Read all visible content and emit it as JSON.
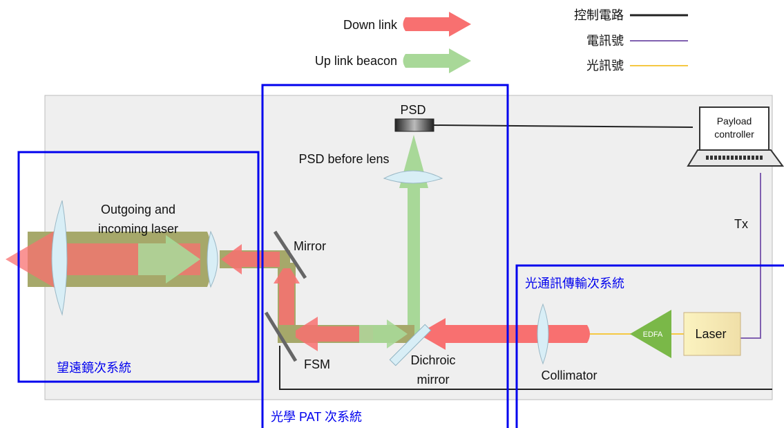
{
  "legend": {
    "down_link": "Down link",
    "up_link": "Up link beacon",
    "control_circuit": "控制電路",
    "electrical_signal": "電訊號",
    "optical_signal": "光訊號"
  },
  "subsystems": {
    "telescope": "望遠鏡次系統",
    "optical_pat": "光學 PAT 次系統",
    "optical_comm": "光通訊傳輸次系統"
  },
  "labels": {
    "psd": "PSD",
    "psd_lens": "PSD before lens",
    "outgoing_line1": "Outgoing and",
    "outgoing_line2": "incoming laser",
    "mirror": "Mirror",
    "fsm": "FSM",
    "dichroic_line1": "Dichroic",
    "dichroic_line2": "mirror",
    "collimator": "Collimator",
    "edfa": "EDFA",
    "laser": "Laser",
    "tx": "Tx",
    "payload_line1": "Payload",
    "payload_line2": "controller"
  },
  "colors": {
    "down_link": "#f87070",
    "up_link": "#a8d898",
    "overlap": "#a6a86a",
    "control_line": "#222222",
    "electrical_line": "#8060b0",
    "optical_line": "#f5c842",
    "subsystem_border": "#0000ee",
    "bench": "#efefef"
  }
}
